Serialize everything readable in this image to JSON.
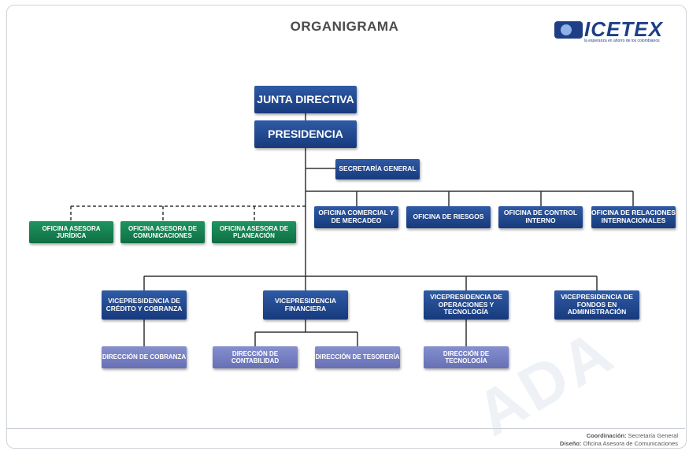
{
  "title": "ORGANIGRAMA",
  "logo": {
    "text": "ICETEX",
    "subtitle": "la esperanza en ahorro de los colombianos"
  },
  "watermark": "ADA",
  "boxes": {
    "junta": "JUNTA DIRECTIVA",
    "presidencia": "PRESIDENCIA",
    "secretaria": "SECRETARÍA GENERAL",
    "asesora_juridica": "OFICINA ASESORA JURÍDICA",
    "asesora_comunicaciones": "OFICINA ASESORA DE COMUNICACIONES",
    "asesora_planeacion": "OFICINA ASESORA DE PLANEACIÓN",
    "comercial": "OFICINA COMERCIAL Y DE MERCADEO",
    "riesgos": "OFICINA DE RIESGOS",
    "control_interno": "OFICINA DE CONTROL INTERNO",
    "relaciones": "OFICINA DE RELACIONES INTERNACIONALES",
    "vp_credito": "VICEPRESIDENCIA DE CRÉDITO Y COBRANZA",
    "vp_financiera": "VICEPRESIDENCIA FINANCIERA",
    "vp_operaciones": "VICEPRESIDENCIA DE OPERACIONES Y TECNOLOGÍA",
    "vp_fondos": "VICEPRESIDENCIA DE FONDOS EN ADMINISTRACIÓN",
    "dir_cobranza": "DIRECCIÓN DE COBRANZA",
    "dir_contabilidad": "DIRECCIÓN DE CONTABILIDAD",
    "dir_tesoreria": "DIRECCIÓN DE TESORERÍA",
    "dir_tecnologia": "DIRECCIÓN DE TECNOLOGÍA"
  },
  "footer": {
    "coord_label": "Coordinación:",
    "coord_value": "Secretaría General",
    "design_label": "Diseño:",
    "design_value": "Oficina Asesora de Comunicaciones"
  }
}
